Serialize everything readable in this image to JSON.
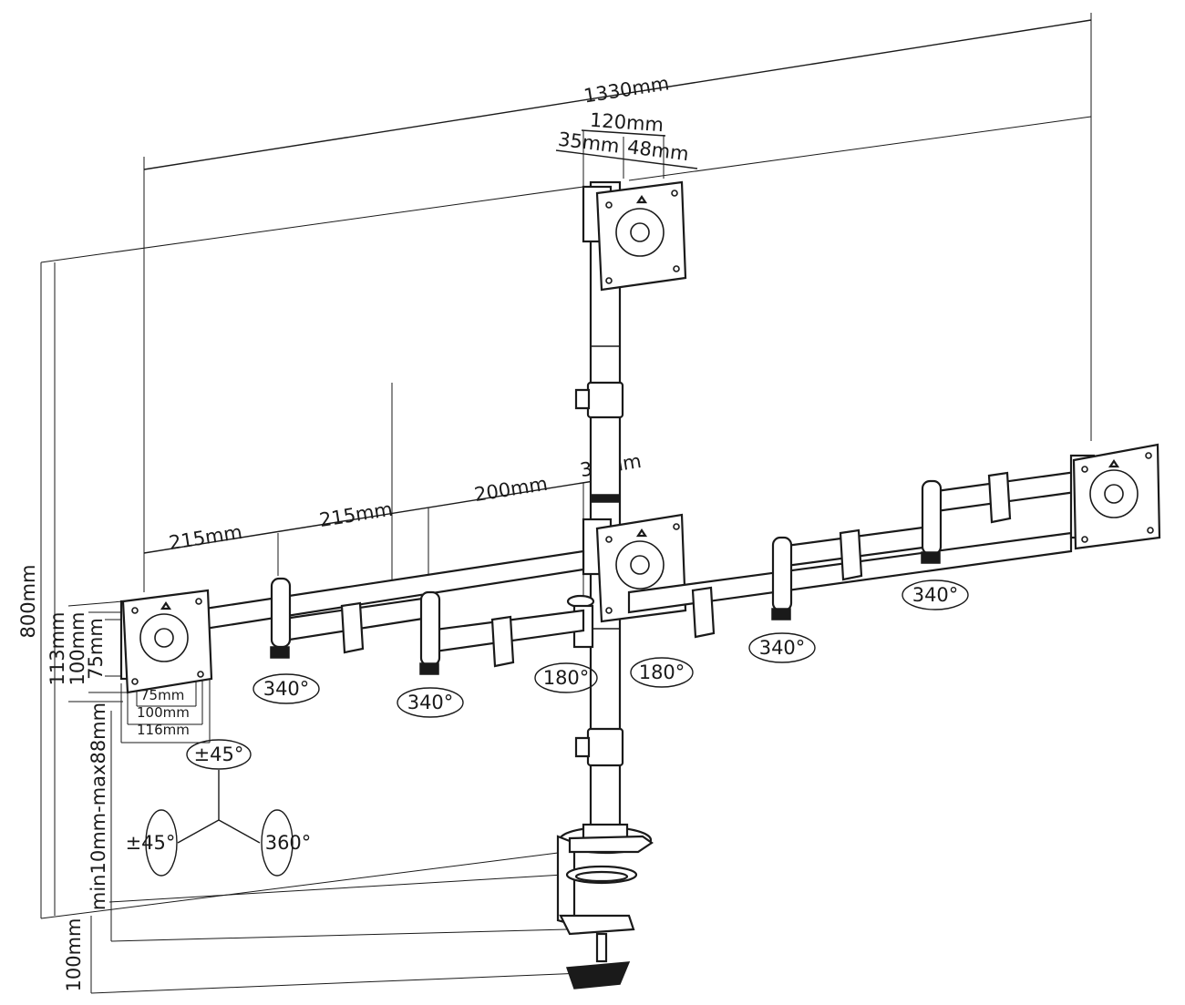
{
  "dimensions": {
    "overall_width": "1330mm",
    "head_width": "120mm",
    "head_left": "35mm",
    "head_right": "48mm",
    "pole_offset": "35mm",
    "arm_1": "215mm",
    "arm_2": "215mm",
    "arm_3": "200mm",
    "height": "800mm",
    "plate_113": "113mm",
    "plate_100": "100mm",
    "plate_75": "75mm",
    "vesa_75": "75mm",
    "vesa_100": "100mm",
    "vesa_116": "116mm",
    "desk_thickness": "min10mm-max88mm",
    "base_height": "100mm"
  },
  "rotations": {
    "left_joint_1": "340°",
    "left_joint_2": "340°",
    "center_left": "180°",
    "center_right": "180°",
    "right_joint_1": "340°",
    "right_joint_2": "340°"
  },
  "tilt": {
    "tilt_top": "±45°",
    "tilt_left": "±45°",
    "swivel": "360°"
  }
}
